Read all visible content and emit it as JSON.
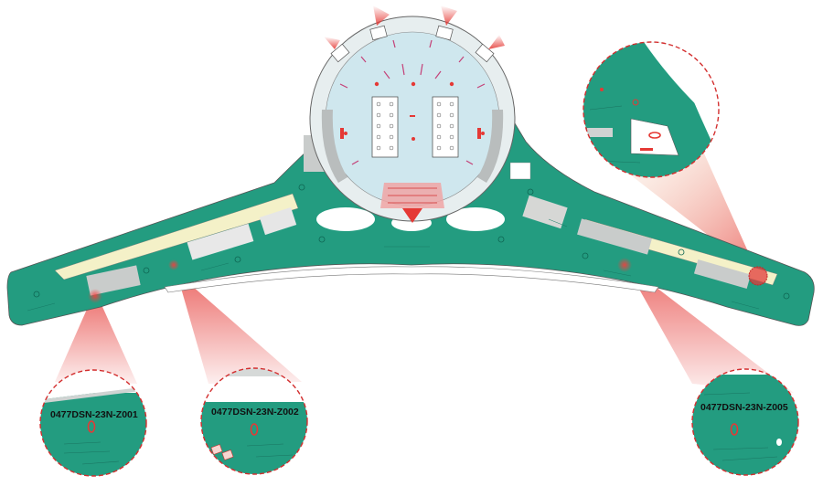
{
  "map": {
    "colors": {
      "floor": "#239c80",
      "floor_dark": "#1a7f69",
      "hall": "#cfe7ee",
      "grey_zone": "#c9cccb",
      "yellow_zone": "#f4f1c8",
      "highlight": "#e23b3b",
      "white": "#ffffff"
    },
    "callouts": [
      {
        "id": "Z001",
        "label": "0477DSN-23N-Z001"
      },
      {
        "id": "Z002",
        "label": "0477DSN-23N-Z002"
      },
      {
        "id": "Z005",
        "label": "0477DSN-23N-Z005"
      },
      {
        "id": "Z-NE",
        "label": ""
      }
    ]
  }
}
